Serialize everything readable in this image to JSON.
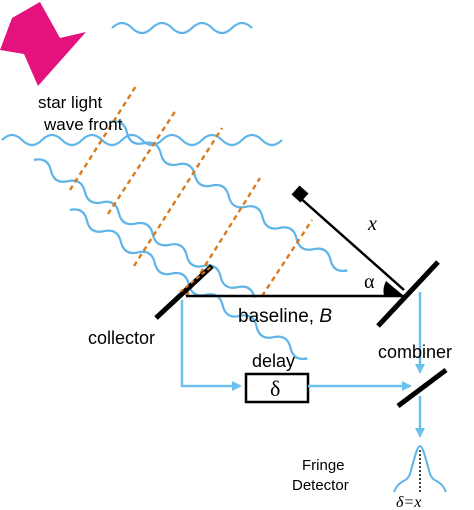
{
  "labels": {
    "star_light_line1": "star light",
    "star_light_line2": "wave front",
    "collector": "collector",
    "baseline": "baseline, ",
    "baseline_var": "B",
    "delay": "delay",
    "delta": "δ",
    "combiner": "combiner",
    "x": "x",
    "alpha": "α",
    "fringe_line1": "Fringe",
    "fringe_line2": "Detector",
    "delta_eq_x": "δ=x"
  },
  "colors": {
    "wave": "#5fb4e8",
    "arrow": "#e3127d",
    "dashes": "#d87a1e",
    "beam": "#6cc0ee",
    "ink": "#000000"
  }
}
